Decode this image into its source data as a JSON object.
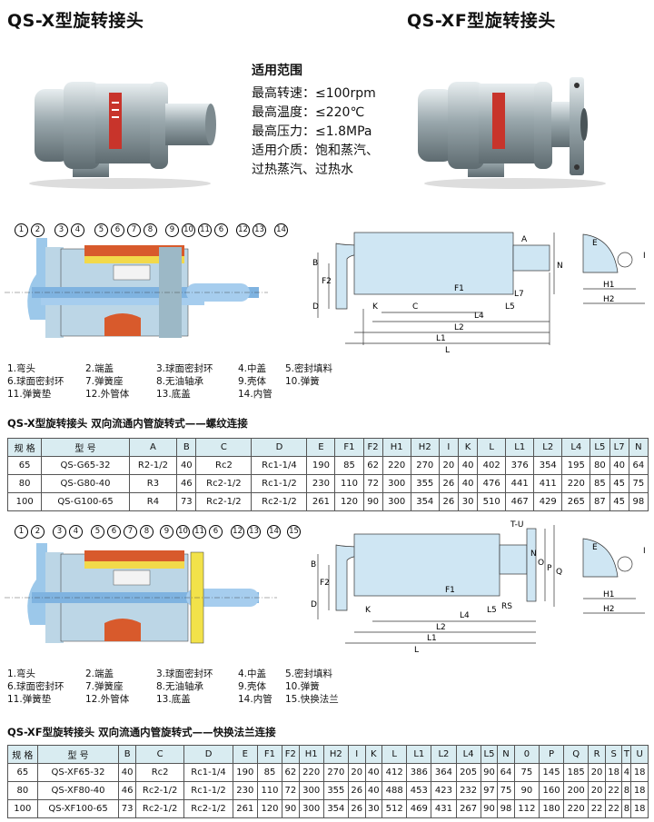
{
  "titles": {
    "x": "QS-X型旋转接头",
    "xf": "QS-XF型旋转接头"
  },
  "specs": {
    "heading": "适用范围",
    "lines": [
      "最高转速：≤100rpm",
      "最高温度：≤220℃",
      "最高压力：≤1.8MPa",
      "适用介质：饱和蒸汽、",
      "过热蒸汽、过热水"
    ]
  },
  "brand_color": "#c8342b",
  "legend1": [
    [
      "1.弯头",
      "2.端盖",
      "3.球面密封环",
      "4.中盖",
      "5.密封填料"
    ],
    [
      "6.球面密封环",
      "7.弹簧座",
      "8.无油轴承",
      "9.壳体",
      "10.弹簧"
    ],
    [
      "11.弹簧垫",
      "12.外管体",
      "13.底盖",
      "14.内管",
      ""
    ]
  ],
  "legend2": [
    [
      "1.弯头",
      "2.端盖",
      "3.球面密封环",
      "4.中盖",
      "5.密封填料"
    ],
    [
      "6.球面密封环",
      "7.弹簧座",
      "8.无油轴承",
      "9.壳体",
      "10.弹簧"
    ],
    [
      "11.弹簧垫",
      "12.外管体",
      "13.底盖",
      "14.内管",
      "15.快换法兰"
    ]
  ],
  "callouts1": [
    "1",
    "2",
    "3",
    "4",
    "5",
    "6",
    "7",
    "8",
    "9",
    "10",
    "11",
    "6",
    "12",
    "13",
    "14"
  ],
  "callouts2": [
    "1",
    "2",
    "3",
    "4",
    "5",
    "6",
    "7",
    "8",
    "9",
    "10",
    "11",
    "6",
    "12",
    "13",
    "14",
    "15"
  ],
  "dims1": {
    "side": [
      "B",
      "D",
      "F2",
      "N",
      "A",
      "F1",
      "K",
      "C",
      "L4",
      "L5",
      "L7",
      "L2",
      "L1",
      "L",
      "E",
      "I",
      "H1",
      "H2"
    ]
  },
  "dims2": {
    "side": [
      "B",
      "D",
      "F2",
      "T-U",
      "N",
      "O",
      "P",
      "Q",
      "F1",
      "K",
      "L4",
      "L5",
      "RS",
      "L2",
      "L1",
      "L",
      "E",
      "I",
      "H1",
      "H2"
    ]
  },
  "caption1": "QS-X型旋转接头  双向流通内管旋转式——螺纹连接",
  "caption2": "QS-XF型旋转接头  双向流通内管旋转式——快换法兰连接",
  "table1": {
    "headers": [
      "规 格",
      "型  号",
      "A",
      "B",
      "C",
      "D",
      "E",
      "F1",
      "F2",
      "H1",
      "H2",
      "I",
      "K",
      "L",
      "L1",
      "L2",
      "L4",
      "L5",
      "L7",
      "N"
    ],
    "rows": [
      [
        "65",
        "QS-G65-32",
        "R2-1/2",
        "40",
        "Rc2",
        "Rc1-1/4",
        "190",
        "85",
        "62",
        "220",
        "270",
        "20",
        "40",
        "402",
        "376",
        "354",
        "195",
        "80",
        "40",
        "64"
      ],
      [
        "80",
        "QS-G80-40",
        "R3",
        "46",
        "Rc2-1/2",
        "Rc1-1/2",
        "230",
        "110",
        "72",
        "300",
        "355",
        "26",
        "40",
        "476",
        "441",
        "411",
        "220",
        "85",
        "45",
        "75"
      ],
      [
        "100",
        "QS-G100-65",
        "R4",
        "73",
        "Rc2-1/2",
        "Rc2-1/2",
        "261",
        "120",
        "90",
        "300",
        "354",
        "26",
        "30",
        "510",
        "467",
        "429",
        "265",
        "87",
        "45",
        "98"
      ]
    ]
  },
  "table2": {
    "headers": [
      "规 格",
      "型  号",
      "B",
      "C",
      "D",
      "E",
      "F1",
      "F2",
      "H1",
      "H2",
      "I",
      "K",
      "L",
      "L1",
      "L2",
      "L4",
      "L5",
      "N",
      "0",
      "P",
      "Q",
      "R",
      "S",
      "T",
      "U"
    ],
    "rows": [
      [
        "65",
        "QS-XF65-32",
        "40",
        "Rc2",
        "Rc1-1/4",
        "190",
        "85",
        "62",
        "220",
        "270",
        "20",
        "40",
        "412",
        "386",
        "364",
        "205",
        "90",
        "64",
        "75",
        "145",
        "185",
        "20",
        "18",
        "4",
        "18"
      ],
      [
        "80",
        "QS-XF80-40",
        "46",
        "Rc2-1/2",
        "Rc1-1/2",
        "230",
        "110",
        "72",
        "300",
        "355",
        "26",
        "40",
        "488",
        "453",
        "423",
        "232",
        "97",
        "75",
        "90",
        "160",
        "200",
        "20",
        "22",
        "8",
        "18"
      ],
      [
        "100",
        "QS-XF100-65",
        "73",
        "Rc2-1/2",
        "Rc2-1/2",
        "261",
        "120",
        "90",
        "300",
        "354",
        "26",
        "30",
        "512",
        "469",
        "431",
        "267",
        "90",
        "98",
        "112",
        "180",
        "220",
        "22",
        "22",
        "8",
        "18"
      ]
    ]
  }
}
